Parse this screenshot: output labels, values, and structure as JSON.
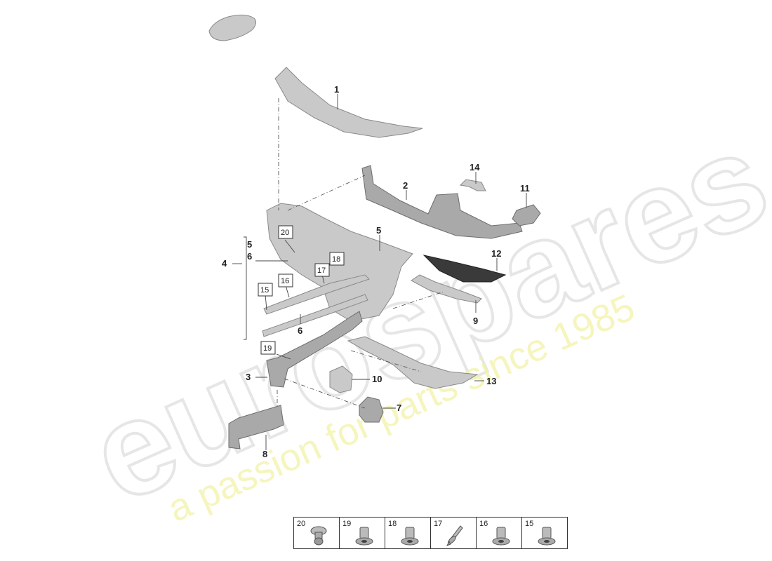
{
  "watermark": {
    "brand": "eurospares",
    "tagline": "a passion for parts since 1985"
  },
  "callouts": [
    "1",
    "2",
    "3",
    "4",
    "5",
    "6",
    "5",
    "6",
    "7",
    "8",
    "9",
    "10",
    "11",
    "12",
    "13",
    "14"
  ],
  "boxed_labels": [
    "20",
    "18",
    "17",
    "16",
    "15",
    "19"
  ],
  "fastener_table": {
    "columns": [
      "20",
      "19",
      "18",
      "17",
      "16",
      "15"
    ],
    "icons": [
      "push-rivet-icon",
      "flange-nut-icon",
      "flange-nut-icon",
      "blind-rivet-icon",
      "flange-nut-icon",
      "flange-nut-icon"
    ]
  },
  "colors": {
    "part": "#c9c9c9",
    "part_dark": "#a9a9a9",
    "line": "#444444",
    "watermark_tag": "#f2f2a8"
  }
}
